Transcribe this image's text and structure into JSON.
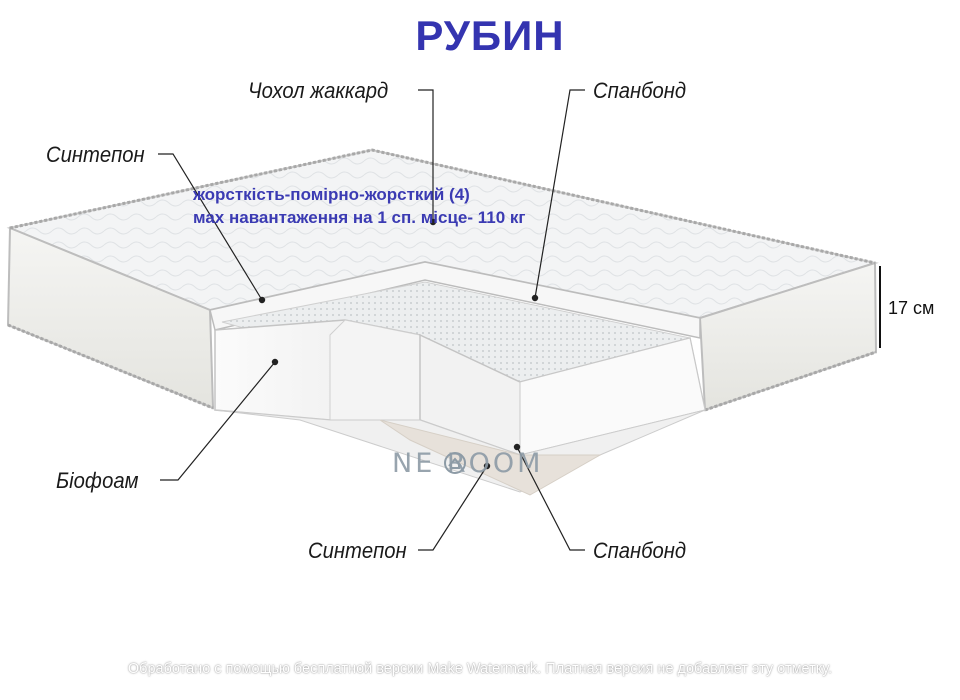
{
  "title": "РУБИН",
  "specs": {
    "firmness": "жорсткість-помірно-жорсткий (4)",
    "max_load": "мах навантаження на 1 сп. місце- 110 кг"
  },
  "labels": {
    "cover": "Чохол жаккард",
    "spunbond_top": "Спанбонд",
    "sintepon_top": "Синтепон",
    "biofoam": "Біофоам",
    "sintepon_bottom": "Синтепон",
    "spunbond_bottom": "Спанбонд"
  },
  "height_label": "17 см",
  "brand_logo": "NE ROOM",
  "watermark": "Обработано с помощью бесплатной версии Make Watermark. Платная версия не добавляет эту отметку.",
  "colors": {
    "title": "#3434b0",
    "spec_text": "#3b3bb3",
    "brand_logo": "#8d9ba6"
  }
}
